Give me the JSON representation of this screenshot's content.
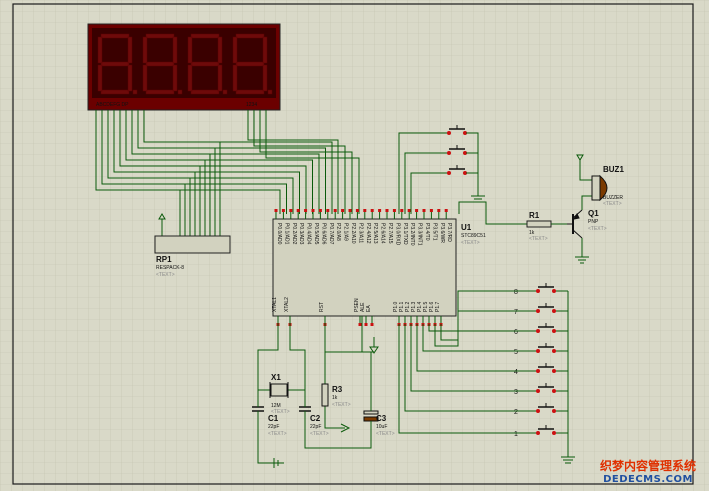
{
  "display": {
    "segments_label": "ABCDEFG  DP",
    "digits_label": "1234"
  },
  "rp1": {
    "ref": "RP1",
    "value": "RESPACK-8",
    "hint": "<TEXT>"
  },
  "u1": {
    "ref": "U1",
    "value": "STC89C51",
    "hint": "<TEXT>",
    "top_pins": [
      "P0.0/AD0",
      "P0.1/AD1",
      "P0.2/AD2",
      "P0.3/AD3",
      "P0.4/AD4",
      "P0.5/AD5",
      "P0.6/AD6",
      "P0.7/AD7",
      "P2.0/A8",
      "P2.1/A9",
      "P2.2/A10",
      "P2.3/A11",
      "P2.4/A12",
      "P2.5/A13",
      "P2.6/A14",
      "P2.7/A15",
      "P3.0/RXD",
      "P3.1/TXD",
      "P3.2/INT0",
      "P3.3/INT1",
      "P3.4/T0",
      "P3.5/T1",
      "P3.6/WR",
      "P3.7/RD"
    ],
    "bottom_pins": [
      "XTAL1",
      "XTAL2",
      "RST",
      "PSEN",
      "ALE",
      "EA",
      "P1.0",
      "P1.1",
      "P1.2",
      "P1.3",
      "P1.4",
      "P1.5",
      "P1.6",
      "P1.7"
    ]
  },
  "r1": {
    "ref": "R1",
    "value": "1k",
    "hint": "<TEXT>"
  },
  "q1": {
    "ref": "Q1",
    "value": "PNP",
    "hint": "<TEXT>"
  },
  "buz1": {
    "ref": "BUZ1",
    "value": "BUZZER",
    "hint": "<TEXT>"
  },
  "x1": {
    "ref": "X1",
    "value": "12M",
    "hint": "<TEXT>"
  },
  "c1": {
    "ref": "C1",
    "value": "22pF",
    "hint": "<TEXT>"
  },
  "c2": {
    "ref": "C2",
    "value": "22pF",
    "hint": "<TEXT>"
  },
  "r3": {
    "ref": "R3",
    "value": "1k",
    "hint": "<TEXT>"
  },
  "c3": {
    "ref": "C3",
    "value": "10uF",
    "hint": "<TEXT>"
  },
  "keys": {
    "labels": [
      "8",
      "7",
      "6",
      "5",
      "4",
      "3",
      "2",
      "1"
    ]
  },
  "watermark": {
    "cn": "织梦内容管理系统",
    "en": "DEDECMS.COM"
  },
  "colors": {
    "wire": "#0b5a0b",
    "pin_red": "#cc1111",
    "display_bg": "#3a0000",
    "chip_body": "#d2d2bf"
  }
}
